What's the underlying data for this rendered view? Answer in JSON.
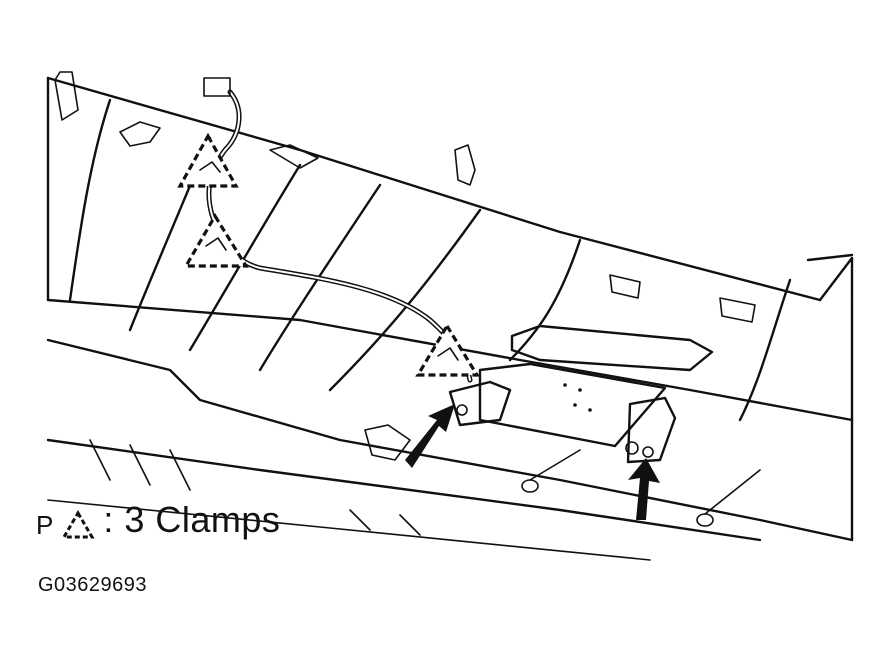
{
  "legend": {
    "prefix": "P",
    "symbol_icon": "dashed-triangle-clamp-icon",
    "text": ": 3 Clamps"
  },
  "figure_id": "G03629693",
  "icons": {
    "clamp": "dashed-triangle-clamp-icon",
    "arrow": "arrow-icon"
  },
  "colors": {
    "line": "#111111",
    "background": "#ffffff"
  }
}
